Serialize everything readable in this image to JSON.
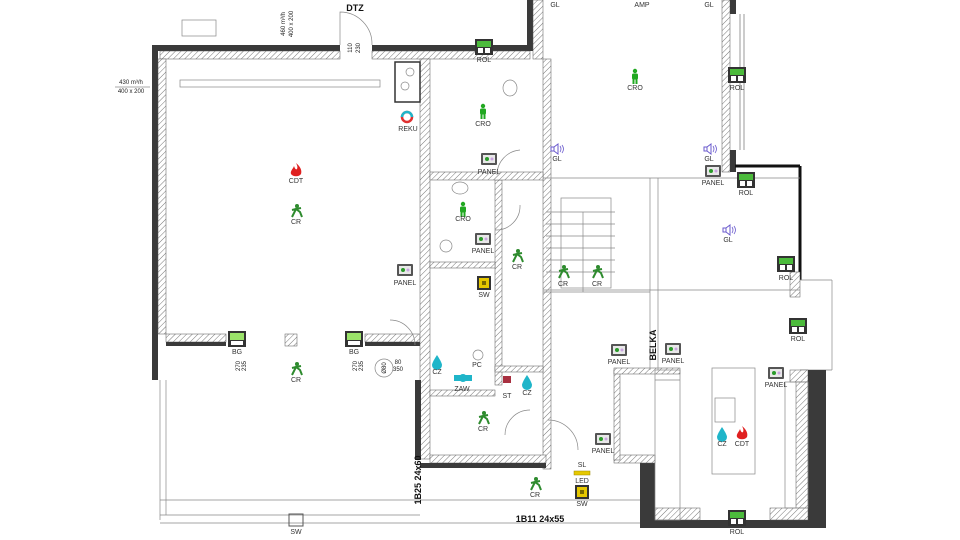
{
  "title": "Floor plan – installation layout",
  "colors": {
    "wall": "#3a3a3a",
    "rol_green": "#4cbb3c",
    "cr_green": "#2e8b2e",
    "water": "#1fb5c9",
    "fire": "#e02020",
    "speaker": "#6a5acd",
    "switch": "#e6c800"
  },
  "texts": {
    "dtz": "DTZ",
    "door_110": "110",
    "door_230": "230",
    "vent1_a": "460 m³/h",
    "vent1_b": "400 x 200",
    "vent2_a": "430 m³/h",
    "vent2_b": "400 x 200",
    "win_270": "270",
    "win_235": "235",
    "duct_dia": "Ø80",
    "duct_80": "80",
    "duct_350": "350",
    "beam_v": "1B25  24x60",
    "beam_h": "1B11  24x55",
    "belka": "BELKA"
  },
  "symbols": {
    "rol_top": "ROL",
    "cro_1": "CRO",
    "reku": "REKU",
    "cdt_1": "CDT",
    "cr_1": "CR",
    "panel_1": "PANEL",
    "cro_2": "CRO",
    "panel_2": "PANEL",
    "cr_2": "CR",
    "sw_1": "SW",
    "panel_3": "PANEL",
    "bg_1": "BG",
    "bg_2": "BG",
    "cr_3": "CR",
    "cz_1": "CZ",
    "zaw": "ZAW",
    "pc": "PC",
    "st": "ST",
    "cz_2": "CZ",
    "cr_4": "CR",
    "panel_4": "PANEL",
    "sl": "SL",
    "led": "LED",
    "sw_2": "SW",
    "cr_5": "CR",
    "sw_3": "SW",
    "gl_1": "GL",
    "amp": "AMP",
    "gl_2": "GL",
    "rol_1": "ROL",
    "cro_3": "CRO",
    "gl_3": "GL",
    "gl_4": "GL",
    "panel_5": "PANEL",
    "rol_2": "ROL",
    "gl_5": "GL",
    "rol_3": "ROL",
    "cr_6": "CR",
    "cr_7": "CR",
    "panel_6": "PANEL",
    "panel_7": "PANEL",
    "rol_4": "ROL",
    "panel_8": "PANEL",
    "cz_3": "CZ",
    "cdt_2": "CDT",
    "rol_5": "ROL"
  }
}
